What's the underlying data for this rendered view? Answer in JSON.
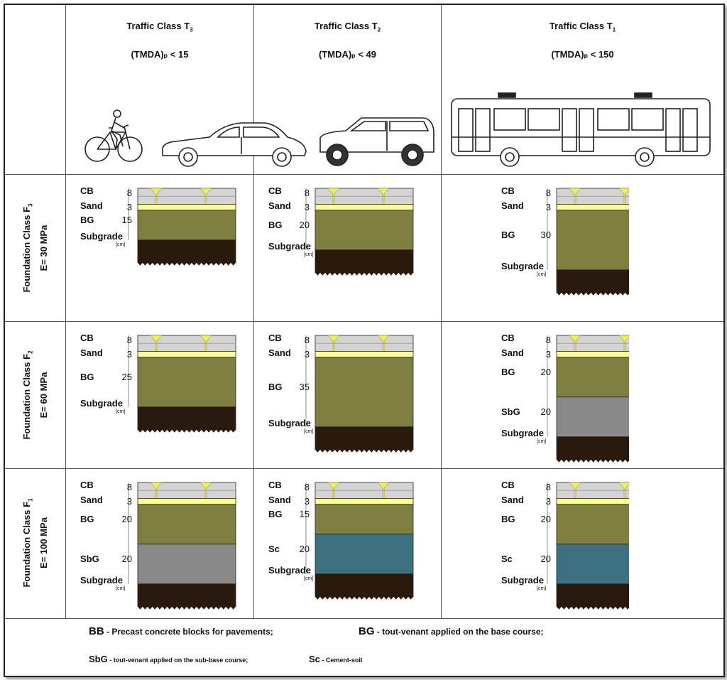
{
  "columns": [
    {
      "title": "Traffic Class T",
      "sub": "3",
      "limit": "(TMDA)ₚ < 15",
      "vehicles": [
        "bicycle-icon",
        "car-icon"
      ]
    },
    {
      "title": "Traffic Class T",
      "sub": "2",
      "limit": "(TMDA)ₚ < 49",
      "vehicles": [
        "pickup-truck-icon"
      ]
    },
    {
      "title": "Traffic Class T",
      "sub": "1",
      "limit": "(TMDA)ₚ < 150",
      "vehicles": [
        "bus-icon"
      ]
    }
  ],
  "rows": [
    {
      "title": "Foundation Class F",
      "sub": "3",
      "modulus": "E= 30 MPa"
    },
    {
      "title": "Foundation Class F",
      "sub": "2",
      "modulus": "E= 60 MPa"
    },
    {
      "title": "Foundation Class F",
      "sub": "1",
      "modulus": "E= 100 MPa"
    }
  ],
  "layer_colors": {
    "CB": "#d4d4d4",
    "Sand": "#ffff99",
    "BG": "#7f7f3f",
    "SbG": "#8a8a8a",
    "Sc": "#3d7080",
    "Subgrade": "#2a1a0e"
  },
  "unit": "[cm]",
  "cells": [
    {
      "layers": [
        {
          "name": "CB",
          "t": "8"
        },
        {
          "name": "Sand",
          "t": "3"
        },
        {
          "name": "BG",
          "t": "15"
        },
        {
          "name": "Subgrade",
          "t": ""
        }
      ]
    },
    {
      "layers": [
        {
          "name": "CB",
          "t": "8"
        },
        {
          "name": "Sand",
          "t": "3"
        },
        {
          "name": "BG",
          "t": "20"
        },
        {
          "name": "Subgrade",
          "t": ""
        }
      ]
    },
    {
      "layers": [
        {
          "name": "CB",
          "t": "8"
        },
        {
          "name": "Sand",
          "t": "3"
        },
        {
          "name": "BG",
          "t": "30"
        },
        {
          "name": "Subgrade",
          "t": ""
        }
      ]
    },
    {
      "layers": [
        {
          "name": "CB",
          "t": "8"
        },
        {
          "name": "Sand",
          "t": "3"
        },
        {
          "name": "BG",
          "t": "25"
        },
        {
          "name": "Subgrade",
          "t": ""
        }
      ]
    },
    {
      "layers": [
        {
          "name": "CB",
          "t": "8"
        },
        {
          "name": "Sand",
          "t": "3"
        },
        {
          "name": "BG",
          "t": "35"
        },
        {
          "name": "Subgrade",
          "t": ""
        }
      ]
    },
    {
      "layers": [
        {
          "name": "CB",
          "t": "8"
        },
        {
          "name": "Sand",
          "t": "3"
        },
        {
          "name": "BG",
          "t": "20"
        },
        {
          "name": "SbG",
          "t": "20"
        },
        {
          "name": "Subgrade",
          "t": ""
        }
      ]
    },
    {
      "layers": [
        {
          "name": "CB",
          "t": "8"
        },
        {
          "name": "Sand",
          "t": "3"
        },
        {
          "name": "BG",
          "t": "20"
        },
        {
          "name": "SbG",
          "t": "20"
        },
        {
          "name": "Subgrade",
          "t": ""
        }
      ]
    },
    {
      "layers": [
        {
          "name": "CB",
          "t": "8"
        },
        {
          "name": "Sand",
          "t": "3"
        },
        {
          "name": "BG",
          "t": "15"
        },
        {
          "name": "Sc",
          "t": "20"
        },
        {
          "name": "Subgrade",
          "t": ""
        }
      ]
    },
    {
      "layers": [
        {
          "name": "CB",
          "t": "8"
        },
        {
          "name": "Sand",
          "t": "3"
        },
        {
          "name": "BG",
          "t": "20"
        },
        {
          "name": "Sc",
          "t": "20"
        },
        {
          "name": "Subgrade",
          "t": ""
        }
      ]
    }
  ],
  "legend": [
    {
      "key": "BB",
      "desc": " - Precast concrete blocks for pavements;"
    },
    {
      "key": "BG",
      "desc": " - tout-venant applied on the base course;"
    },
    {
      "key": "SbG",
      "desc": " - tout-venant applied on the sub-base course;"
    },
    {
      "key": "Sc",
      "desc": " - Cement-soil"
    }
  ]
}
